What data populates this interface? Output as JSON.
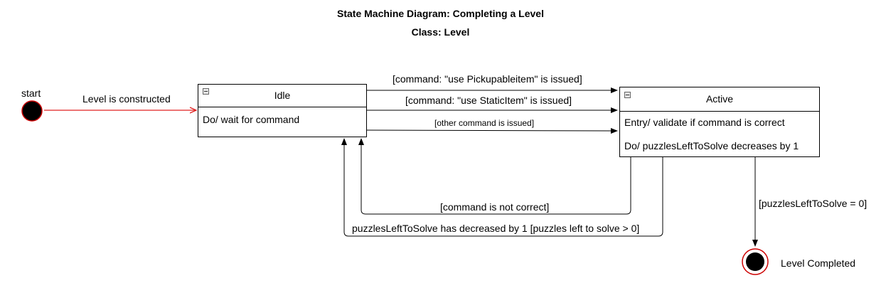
{
  "title": "State Machine Diagram: Completing a Level",
  "subtitle": "Class: Level",
  "initial": {
    "label": "start"
  },
  "final": {
    "label": "Level Completed"
  },
  "states": {
    "idle": {
      "name": "Idle",
      "rows": [
        "Do/ wait for command"
      ]
    },
    "active": {
      "name": "Active",
      "rows": [
        "Entry/ validate if command is correct",
        "Do/ puzzlesLeftToSolve decreases by 1"
      ]
    }
  },
  "transitions": {
    "construct": "Level is constructed",
    "pickupable": "[command: \"use Pickupableitem\" is issued]",
    "static": "[command: \"use StaticItem\" is issued]",
    "other": "[other command is issued]",
    "not_correct": "[command is not correct]",
    "decreased": "puzzlesLeftToSolve has decreased by 1 [puzzles left to solve > 0]",
    "zero": "[puzzlesLeftToSolve = 0]"
  },
  "colors": {
    "initial_border": "#cc0000",
    "start_arrow": "#e02020",
    "line": "#000000"
  }
}
